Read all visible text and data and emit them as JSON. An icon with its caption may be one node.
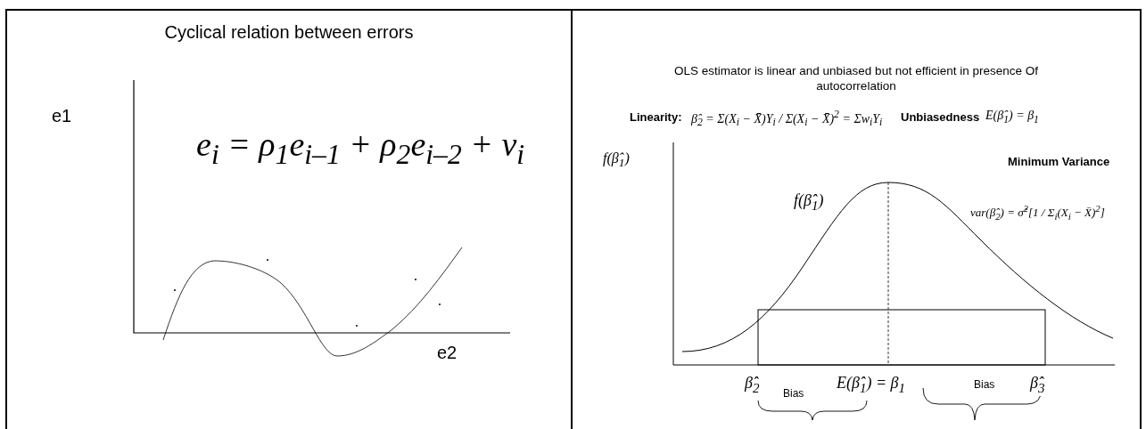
{
  "diagram": {
    "nodes": [
      {
        "text": [
          "Cyclical relation between errors"
        ]
      },
      {
        "text": [
          "OLS estimator is linear and unbiased but not efficient in presence Of autocorrelation"
        ]
      }
    ],
    "labels": [
      "e1",
      "e$_{i}$ = ρ$_{1}$e$_{i–1}$ + ρ$_{2}$e$_{i–2}$ + v$_{i}$",
      "e2",
      "Linearity:",
      "β̂$_{2}$ = Σ(X$_{i}$ − X̄)Y$_{i}$ / Σ(X$_{i}$ − X̄)$^{2}$ = Σw$_{i}$Y$_{i}$",
      "Unbiasedness",
      "E(β̂$_{1}$) = β$_{1}$",
      "f(β̂$_{1}$)",
      "Minimum Variance",
      "f(β̂$_{1}$)",
      "var(β̂$_{2}$) = σ̂$^{2}$[1 / Σ$_{i}$(X$_{i}$ − X̄)$^{2}$]",
      "β̂$_{2}$",
      "E(β̂$_{1}$) = β$_{1}$",
      "Bias",
      "β̂$_{3}$",
      "Bias"
    ]
  }
}
